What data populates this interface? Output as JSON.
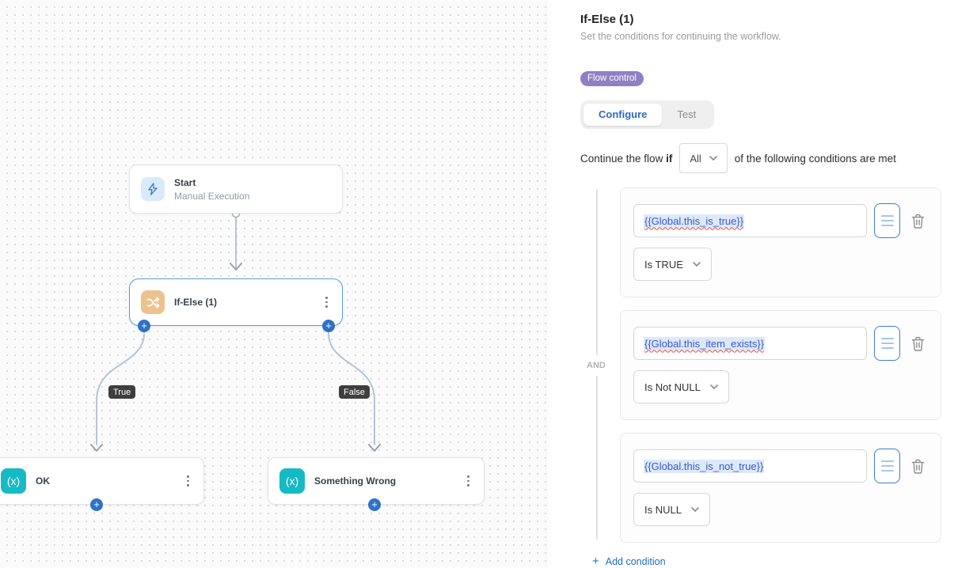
{
  "colors": {
    "accent_blue": "#2d72c8",
    "token_blue": "#3a57cb",
    "token_highlight": "#dce9fb",
    "badge_purple": "#8f80c6",
    "selected_node_border": "#5b9bd8",
    "function_icon_teal": "#16bac5",
    "ifelse_icon_tan": "#edc28f",
    "start_icon_bg": "#d9eafa",
    "start_icon_stroke": "#3f7fc9",
    "edge_line": "#b7c3d6",
    "edge_arrow": "#98a1ae",
    "edge_label_bg": "#3e3e3e",
    "squiggle_red": "#e3473a"
  },
  "canvas": {
    "edge_labels": {
      "true_label": "True",
      "false_label": "False"
    },
    "nodes": {
      "start": {
        "title": "Start",
        "subtitle": "Manual Execution",
        "icon": "lightning-bolt-icon"
      },
      "ifelse": {
        "title": "If-Else (1)",
        "icon": "shuffle-branch-icon"
      },
      "ok": {
        "title": "OK",
        "icon": "function-x-icon",
        "icon_glyph": "(x)"
      },
      "wrong": {
        "title": "Something Wrong",
        "icon": "function-x-icon",
        "icon_glyph": "(x)"
      }
    }
  },
  "panel": {
    "title": "If-Else (1)",
    "subtitle": "Set the conditions for continuing the workflow.",
    "badge": "Flow control",
    "tabs": {
      "configure": "Configure",
      "test": "Test"
    },
    "intro": {
      "pre": "Continue the flow",
      "bold_word": "if",
      "select_value": "All",
      "post": "of the following conditions are met"
    },
    "group_operator": "AND",
    "conditions": [
      {
        "value": "{{Global.this_is_true}}",
        "operator": "Is TRUE",
        "misspell_underline": true
      },
      {
        "value": "{{Global.this_item_exists}}",
        "operator": "Is Not NULL",
        "misspell_underline": true
      },
      {
        "value": "{{Global.this_is_not_true}}",
        "operator": "Is NULL",
        "misspell_underline": false
      }
    ],
    "add_condition": "Add condition"
  }
}
